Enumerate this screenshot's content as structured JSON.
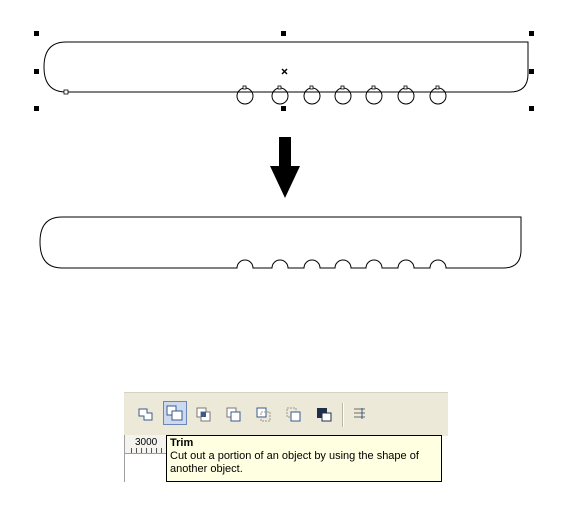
{
  "toolbar": {
    "buttons": [
      {
        "name": "weld-button-icon"
      },
      {
        "name": "trim-button-icon",
        "active": true
      },
      {
        "name": "intersect-button-icon"
      },
      {
        "name": "simplify-button-icon"
      },
      {
        "name": "front-minus-back-button-icon"
      },
      {
        "name": "back-minus-front-button-icon"
      },
      {
        "name": "create-boundary-button-icon"
      },
      {
        "name": "extra-options-button-icon"
      }
    ]
  },
  "ruler": {
    "label": "3000"
  },
  "tooltip": {
    "title": "Trim",
    "description": "Cut out a portion of an object by using the shape of another object."
  },
  "colors": {
    "toolbar_bg": "#ece9d8",
    "tooltip_bg": "#ffffe1",
    "active_button_bg": "#cdd9ef",
    "active_button_border": "#6b87b8",
    "shape_stroke": "#000000"
  }
}
